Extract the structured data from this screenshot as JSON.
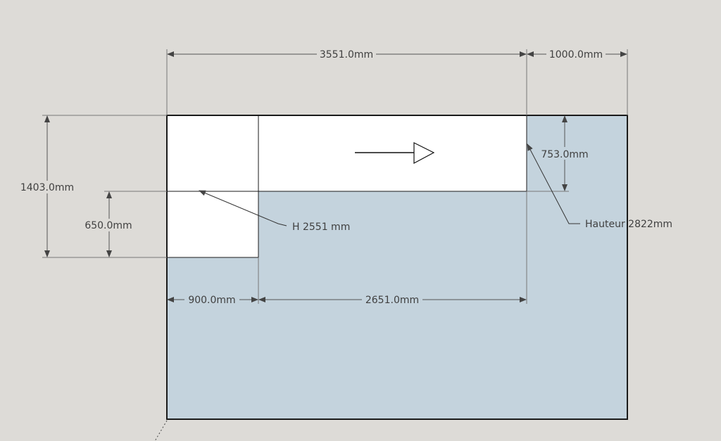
{
  "colors": {
    "background": "#dddbd7",
    "floor": "#c4d3dd",
    "opening": "#ffffff",
    "outline": "#1a1a1a",
    "dimension": "#555555",
    "text": "#404040"
  },
  "dimensions": {
    "top_total": "3551.0mm",
    "top_right": "1000.0mm",
    "left_total": "1403.0mm",
    "left_inner": "650.0mm",
    "right_inner": "753.0mm",
    "bottom_left": "900.0mm",
    "bottom_middle": "2651.0mm"
  },
  "annotations": {
    "height_small": "H 2551 mm",
    "height_main": "Hauteur 2822mm"
  },
  "icons": {
    "direction": "arrow-right-icon"
  }
}
